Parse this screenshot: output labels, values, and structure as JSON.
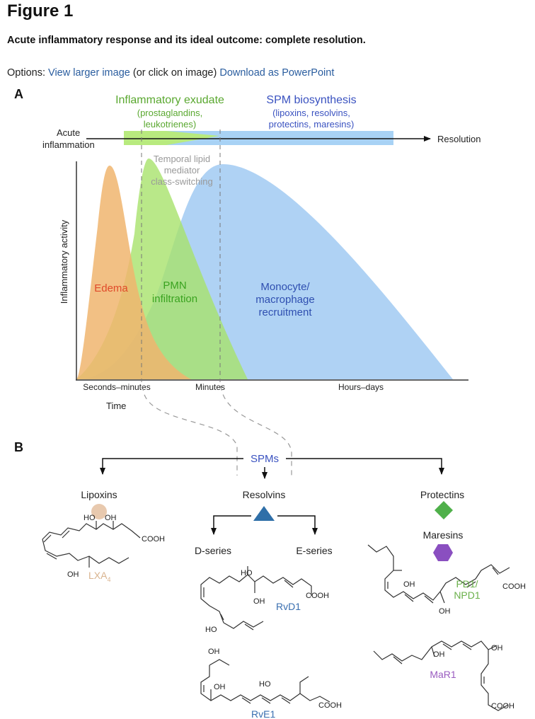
{
  "header": {
    "title": "Figure 1",
    "caption": "Acute inflammatory response and its ideal outcome: complete resolution.",
    "options_label": "Options:",
    "view_larger_link": "View larger image",
    "click_hint": "(or click on image)",
    "download_link": "Download as PowerPoint"
  },
  "panel_a": {
    "label": "A",
    "exudate_title": "Inflammatory exudate",
    "exudate_line1": "(prostaglandins,",
    "exudate_line2": "leukotrienes)",
    "spm_title": "SPM biosynthesis",
    "spm_line1": "(lipoxins, resolvins,",
    "spm_line2": "protectins, maresins)",
    "acute_line1": "Acute",
    "acute_line2": "inflammation",
    "resolution": "Resolution",
    "switch_line1": "Temporal lipid",
    "switch_line2": "mediator",
    "switch_line3": "class-switching",
    "y_axis_label": "Inflammatory activity",
    "edema": "Edema",
    "pmn_line1": "PMN",
    "pmn_line2": "infiltration",
    "mono_line1": "Monocyte/",
    "mono_line2": "macrophage",
    "mono_line3": "recruitment",
    "tick_seconds": "Seconds–minutes",
    "tick_minutes": "Minutes",
    "tick_hours": "Hours–days",
    "x_axis_label": "Time",
    "colors": {
      "edema": "#f0b56e",
      "pmn": "#a8e26c",
      "monocyte": "#a6cdf3",
      "edema_text": "#e04a2a",
      "pmn_text": "#3aa320",
      "mono_text": "#2f4fb0",
      "exudate_text": "#5aa830",
      "spm_text": "#3a52c0"
    }
  },
  "panel_b": {
    "label": "B",
    "spms": "SPMs",
    "lipoxins": "Lipoxins",
    "resolvins": "Resolvins",
    "protectins": "Protectins",
    "maresins": "Maresins",
    "d_series": "D-series",
    "e_series": "E-series",
    "lxa4": "LXA",
    "lxa4_sub": "4",
    "rvd1": "RvD1",
    "rve1": "RvE1",
    "pd1_line1": "PD1/",
    "pd1_line2": "NPD1",
    "mar1": "MaR1",
    "ho": "HO",
    "oh": "OH",
    "cooh": "COOH",
    "colors": {
      "lipoxin_icon": "#e8c9ae",
      "resolvin_icon": "#2f6fa8",
      "protectin_icon": "#4fb04a",
      "maresin_icon": "#8a4fc0",
      "lxa4_text": "#d9b48f",
      "rv_text": "#3a6fb0",
      "pd1_text": "#6ab04a",
      "mar1_text": "#9a5cc0"
    }
  }
}
